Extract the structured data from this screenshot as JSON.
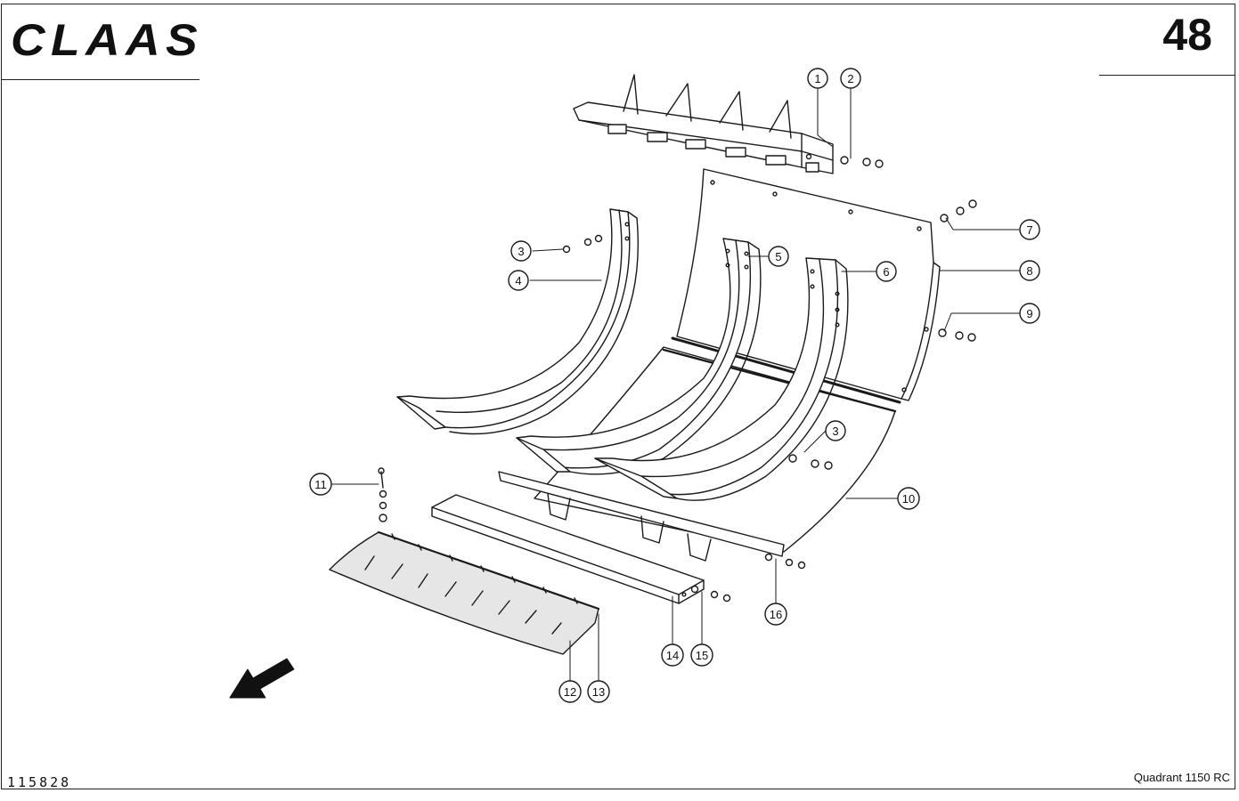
{
  "header": {
    "brand": "CLAAS",
    "page_number": "48"
  },
  "footer": {
    "reference_number": "115828",
    "model": "Quadrant 1150 RC"
  },
  "callouts": [
    "1",
    "2",
    "3",
    "4",
    "5",
    "6",
    "7",
    "8",
    "9",
    "3",
    "10",
    "11",
    "12",
    "13",
    "14",
    "15",
    "16"
  ],
  "icons": {
    "direction_arrow": "arrow-down-left-icon"
  }
}
